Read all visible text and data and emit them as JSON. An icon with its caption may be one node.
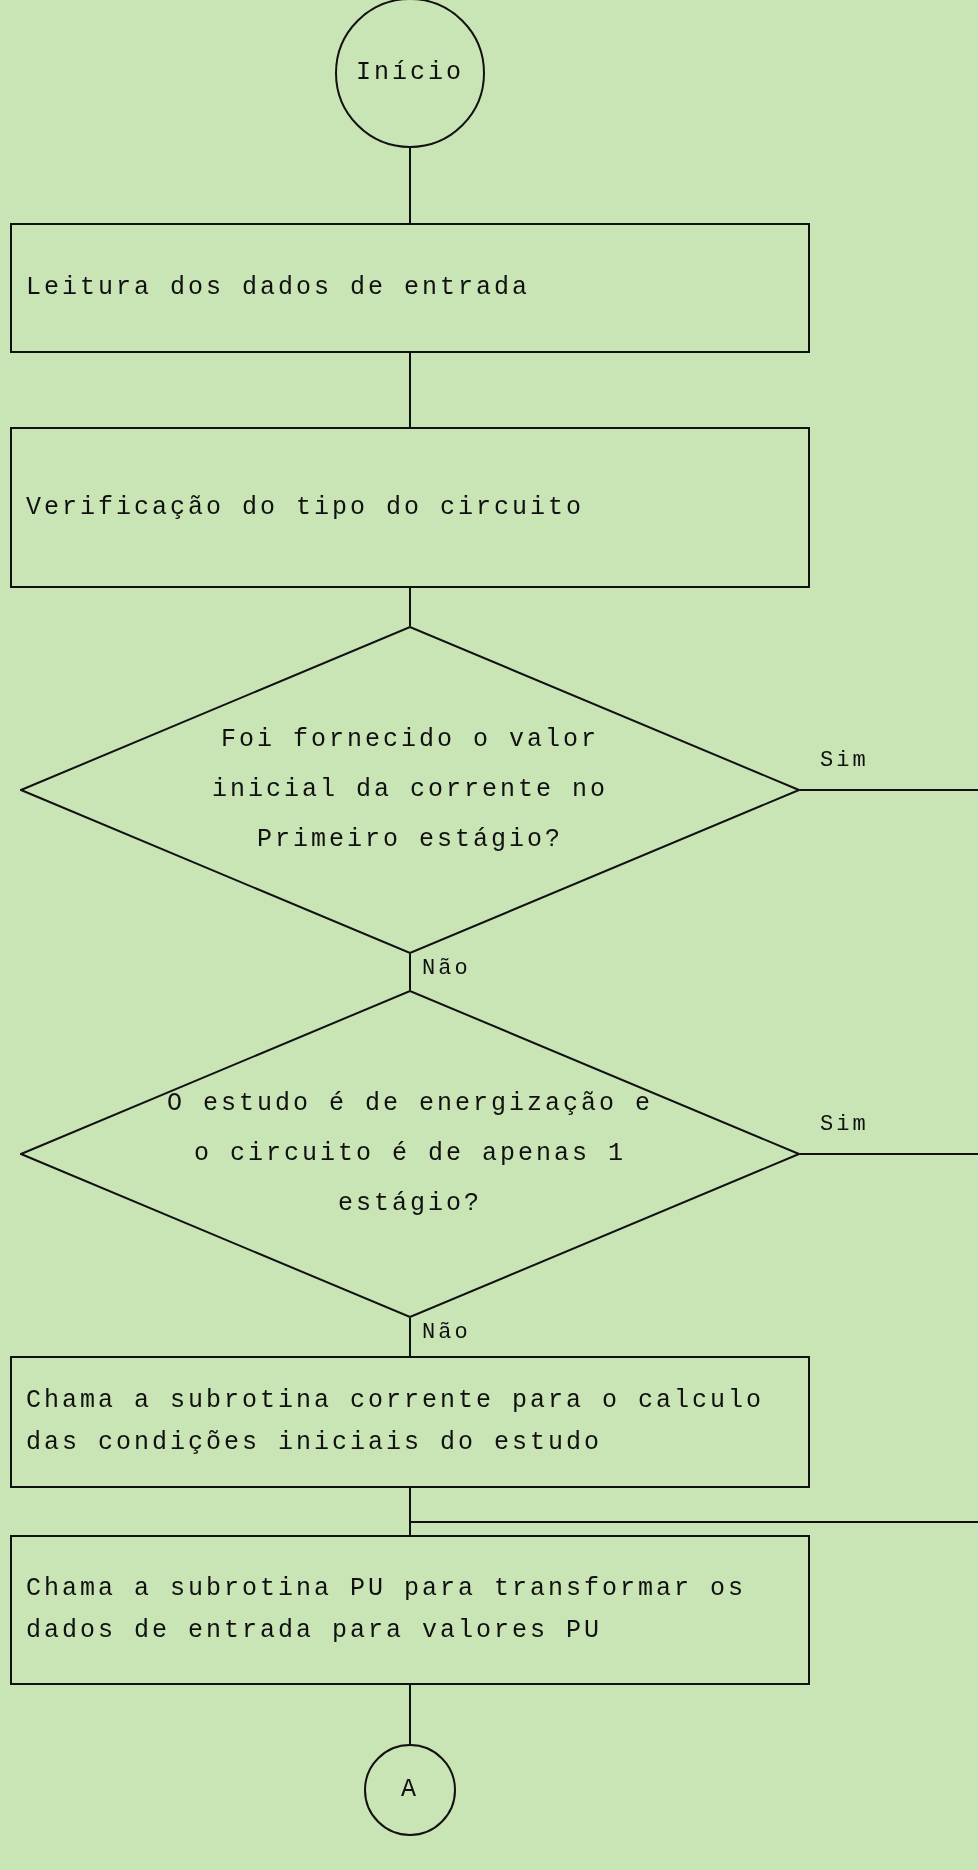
{
  "diagram": {
    "nodes": [
      {
        "text": [
          "Início"
        ]
      },
      {
        "text": [
          "Leitura dos dados de entrada"
        ]
      },
      {
        "text": [
          "Verificação do tipo do circuito"
        ]
      },
      {
        "text": [
          "Foi fornecido o valor inicial da corrente no Primeiro estágio?"
        ]
      },
      {
        "text": [
          "O estudo é de energização e o circuito é de apenas 1 estágio?"
        ]
      },
      {
        "text": [
          "Chama a subrotina corrente para o calculo das condições iniciais do estudo"
        ]
      },
      {
        "text": [
          "Chama a subrotina PU para transformar os dados de entrada para valores PU"
        ]
      },
      {
        "text": [
          "A"
        ]
      }
    ],
    "edges": [
      {
        "from": 0,
        "to": 1,
        "arrow": "none"
      },
      {
        "from": 1,
        "to": 2,
        "arrow": "none"
      },
      {
        "from": 2,
        "to": 3,
        "arrow": "none"
      },
      {
        "from": 3,
        "to": 4,
        "arrow": "none",
        "label": "Não"
      },
      {
        "from": 4,
        "to": 5,
        "arrow": "none",
        "label": "Não"
      },
      {
        "from": 5,
        "to": 6,
        "arrow": "none"
      },
      {
        "from": 6,
        "to": 7,
        "arrow": "none"
      },
      {
        "from": 3,
        "to": null,
        "arrow": "none",
        "label": "Sim"
      },
      {
        "from": 4,
        "to": null,
        "arrow": "none",
        "label": "Sim"
      },
      {
        "from": null,
        "to": 6,
        "arrow": "none"
      }
    ]
  }
}
